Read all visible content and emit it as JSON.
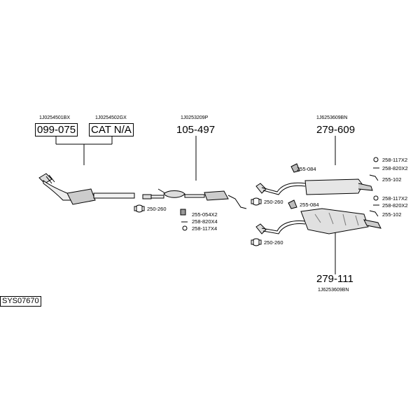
{
  "diagram_id": "SYS07670",
  "parts": [
    {
      "ref": "1J0254501BX",
      "number": "099-075"
    },
    {
      "ref": "1J0254502GX",
      "number": "CAT N/A"
    },
    {
      "ref": "1J0253209P",
      "number": "105-497"
    },
    {
      "ref": "1J6253609BN",
      "number": "279-609"
    },
    {
      "ref": "1J6253609BN",
      "number": "279-111"
    }
  ],
  "fittings": {
    "clamp_front": "250-260",
    "front_pipe_1": "255-054X2",
    "front_pipe_2": "258-820X4",
    "front_pipe_3": "258-117X4",
    "upper_hanger": "255-084",
    "upper_clamp": "250-260",
    "upper_r1": "258-117X2",
    "upper_r2": "258-820X2",
    "upper_r3": "255-102",
    "lower_hanger": "255-084",
    "lower_clamp": "250-260",
    "lower_r1": "258-117X2",
    "lower_r2": "258-820X2",
    "lower_r3": "255-102"
  }
}
